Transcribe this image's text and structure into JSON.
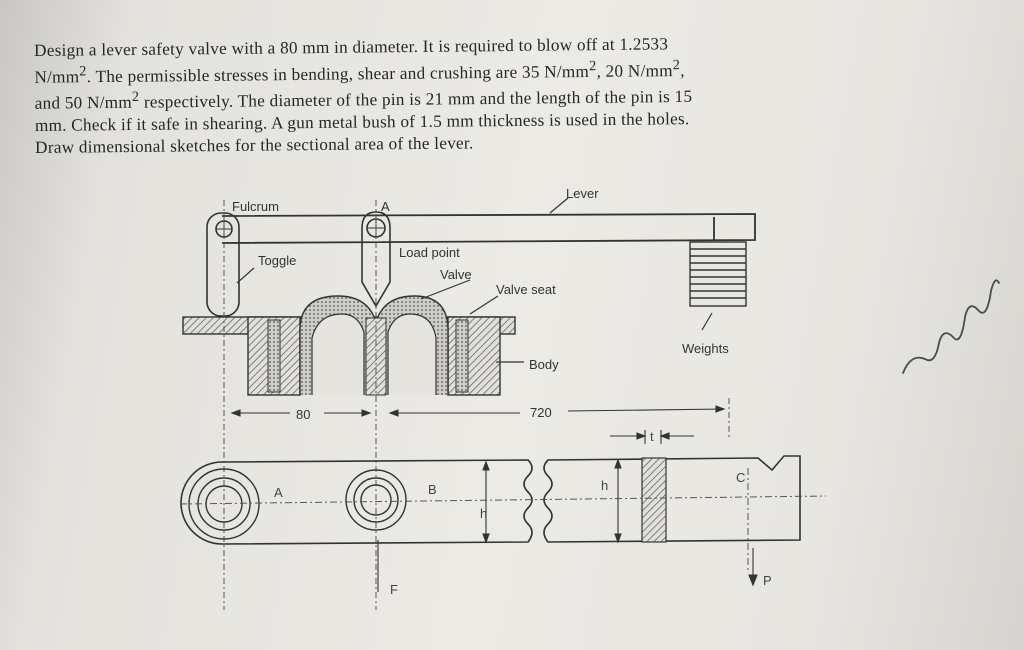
{
  "problem": {
    "line1": "Design a lever safety valve with a 80 mm in diameter. It is required to blow off at 1.2533",
    "line2_a": "N/mm",
    "line2_b": ". The permissible stresses in bending, shear and crushing are 35 N/mm",
    "line2_c": ", 20 N/mm",
    "line2_d": ",",
    "line3_a": "and 50 N/mm",
    "line3_b": " respectively. The diameter of the pin is 21 mm and the length of the pin is 15",
    "line4": "mm. Check if it safe in shearing. A gun metal bush of 1.5 mm thickness is used in the holes.",
    "line5": "Draw dimensional sketches for the sectional area of the lever.",
    "sup": "2"
  },
  "labels": {
    "fulcrum": "Fulcrum",
    "a_top": "A",
    "lever": "Lever",
    "toggle": "Toggle",
    "load_point": "Load point",
    "valve": "Valve",
    "valve_seat": "Valve seat",
    "body": "Body",
    "weights": "Weights",
    "dim_80": "80",
    "dim_720": "720",
    "t": "t",
    "a_bottom": "A",
    "b": "B",
    "h1": "h",
    "h2": "h",
    "c": "C",
    "f": "F",
    "p": "P"
  }
}
